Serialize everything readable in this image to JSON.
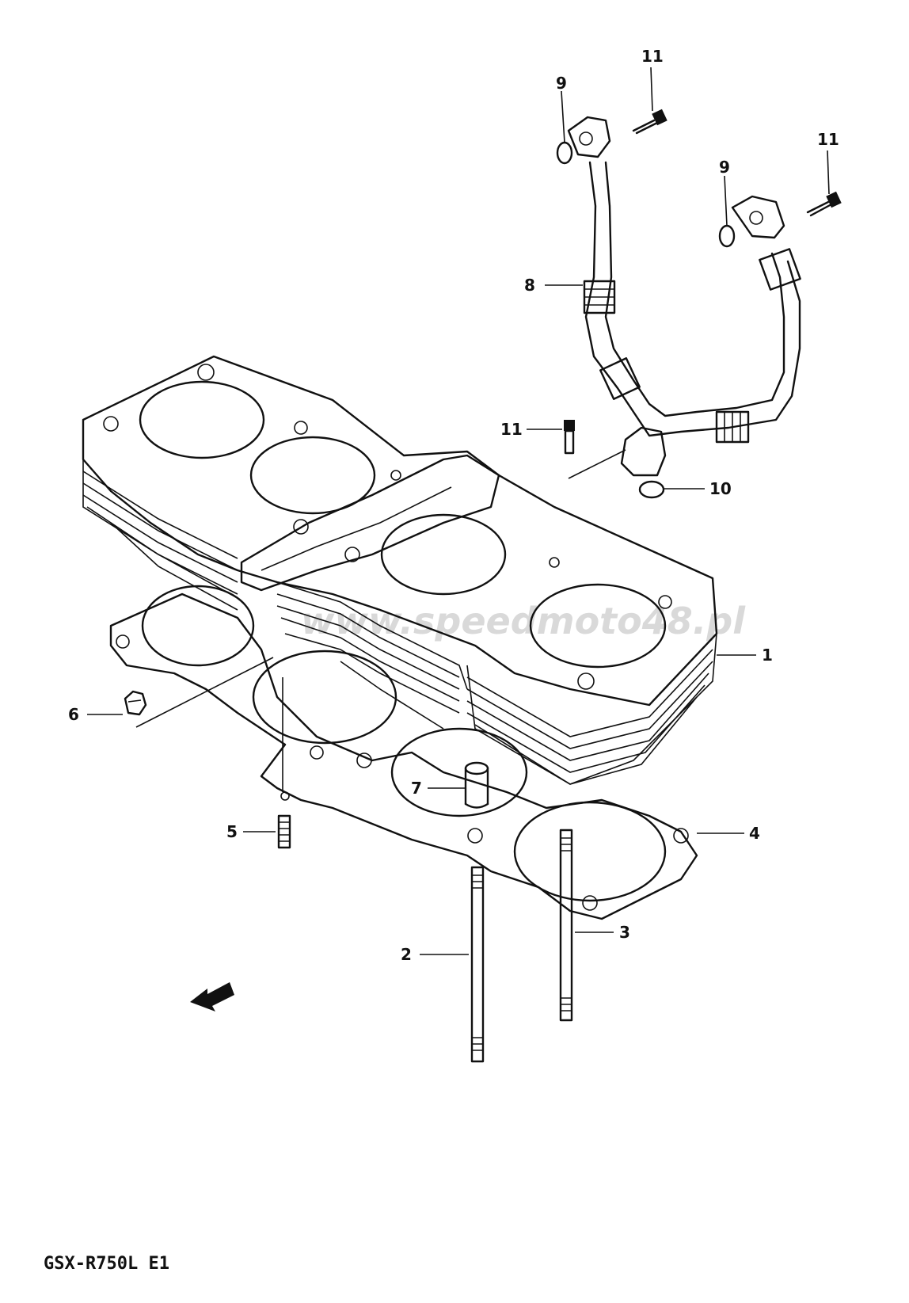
{
  "caption": "GSX-R750L E1",
  "watermark": "www.speedmoto48.pl",
  "callouts": [
    {
      "id": "1",
      "label": "1"
    },
    {
      "id": "2",
      "label": "2"
    },
    {
      "id": "3",
      "label": "3"
    },
    {
      "id": "4",
      "label": "4"
    },
    {
      "id": "5",
      "label": "5"
    },
    {
      "id": "6",
      "label": "6"
    },
    {
      "id": "7",
      "label": "7"
    },
    {
      "id": "8",
      "label": "8"
    },
    {
      "id": "9a",
      "label": "9"
    },
    {
      "id": "9b",
      "label": "9"
    },
    {
      "id": "10",
      "label": "10"
    },
    {
      "id": "11a",
      "label": "11"
    },
    {
      "id": "11b",
      "label": "11"
    },
    {
      "id": "11c",
      "label": "11"
    }
  ],
  "colors": {
    "ink": "#111111",
    "paper": "#ffffff",
    "watermark": "#d9d9d9"
  }
}
